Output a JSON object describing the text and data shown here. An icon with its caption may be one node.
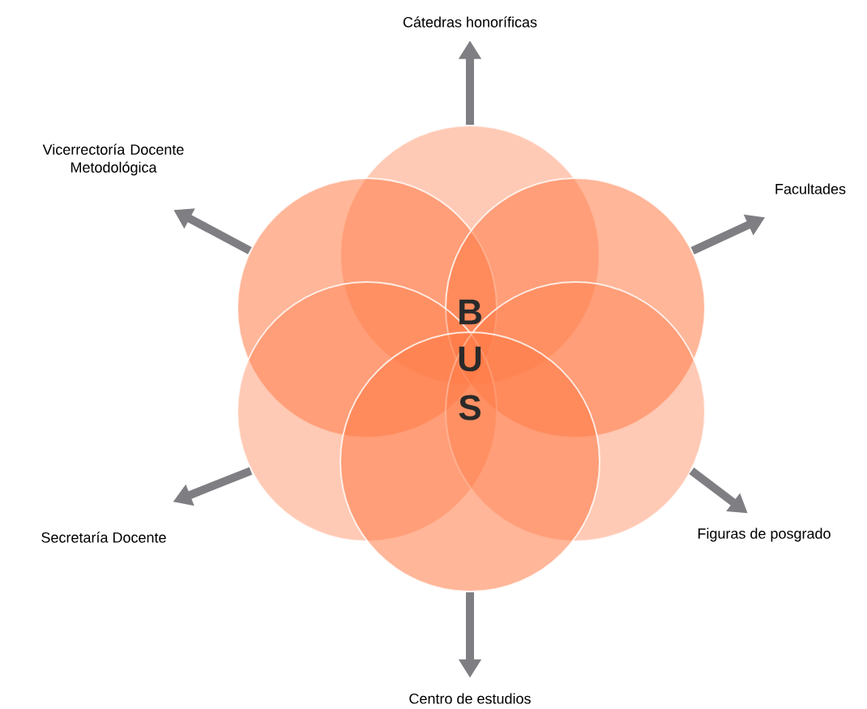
{
  "diagram": {
    "nodes": [
      {
        "text": [],
        "shape": "circle"
      },
      {
        "text": [],
        "shape": "circle"
      },
      {
        "text": [],
        "shape": "circle"
      },
      {
        "text": [],
        "shape": "circle"
      },
      {
        "text": [],
        "shape": "circle"
      },
      {
        "text": [],
        "shape": "circle"
      },
      {
        "text": [
          "Cátedras honoríficas"
        ]
      },
      {
        "text": [
          "Vicerrectoría Docente Metodológica"
        ]
      },
      {
        "text": [
          "Facultades"
        ]
      },
      {
        "text": [
          "Secretaría Docente"
        ]
      },
      {
        "text": [
          "Figuras de posgrado"
        ]
      },
      {
        "text": [
          "Centro de estudios"
        ]
      }
    ],
    "edges": [
      {
        "from": 0,
        "to": 6,
        "arrow": "to"
      },
      {
        "from": 1,
        "to": 7,
        "arrow": "to"
      },
      {
        "from": 2,
        "to": 8,
        "arrow": "to"
      },
      {
        "from": 3,
        "to": 9,
        "arrow": "to"
      },
      {
        "from": 4,
        "to": 10,
        "arrow": "to"
      },
      {
        "from": 5,
        "to": 11,
        "arrow": "to"
      }
    ],
    "labels": [
      "B",
      "U",
      "S"
    ]
  }
}
